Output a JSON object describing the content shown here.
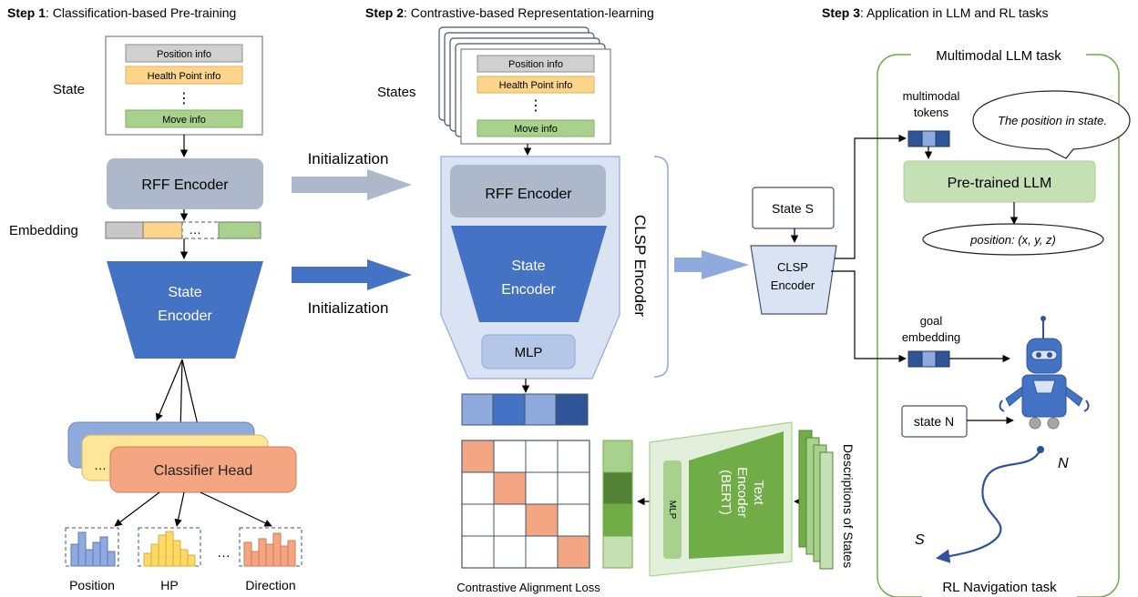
{
  "step1": {
    "title_bold": "Step 1",
    "title_rest": ": Classification-based Pre-training",
    "state_label": "State",
    "state_rows": [
      "Position info",
      "Health Point info",
      "Move info"
    ],
    "dots": "⋮",
    "rff_encoder": "RFF Encoder",
    "embedding_label": "Embedding",
    "embedding_dots": "…",
    "state_encoder": [
      "State",
      "Encoder"
    ],
    "classifier_head": "Classifier Head",
    "classifier_dots": "…",
    "hist_labels": [
      "Position",
      "HP",
      "Direction"
    ],
    "hist_dots": "…"
  },
  "step2": {
    "title_bold": "Step 2",
    "title_rest": ": Contrastive-based Representation-learning",
    "states_label": "States",
    "state_rows": [
      "Position info",
      "Health Point info",
      "Move info"
    ],
    "dots": "⋮",
    "initialization_top": "Initialization",
    "initialization_bottom": "Initialization",
    "rff_encoder": "RFF Encoder",
    "state_encoder": [
      "State",
      "Encoder"
    ],
    "mlp": "MLP",
    "clsp_encoder_vertical": "CLSP Encoder",
    "text_encoder": [
      "Text",
      "Encoder",
      "(BERT)"
    ],
    "text_mlp": "MLP",
    "descriptions": "Descriptions of States",
    "loss_label": "Contrastive Alignment Loss"
  },
  "step3": {
    "title_bold": "Step 3",
    "title_rest": ": Application in LLM and RL tasks",
    "multimodal_task": "Multimodal LLM task",
    "multimodal_tokens": [
      "multimodal",
      "tokens"
    ],
    "prompt": "The position in state.",
    "llm": "Pre-trained LLM",
    "output": "position: (x, y, z)",
    "state_s": "State S",
    "clsp_encoder": [
      "CLSP",
      "Encoder"
    ],
    "goal_embedding": [
      "goal",
      "embedding"
    ],
    "state_n": "state N",
    "path_start": "N",
    "path_end": "S",
    "rl_task": "RL Navigation task"
  },
  "colors": {
    "grey_row": "#d0d0d0",
    "yellow_row": "#fcd48a",
    "green_row": "#a9d18e",
    "rff": "#adb9ca",
    "encoder_blue": "#4472c4",
    "light_blue_panel": "#dae3f3",
    "classifier_orange": "#f4a582",
    "green_text_enc": "#70ad47",
    "llm_green": "#c5e0b4",
    "rl_border": "#70ad47"
  }
}
